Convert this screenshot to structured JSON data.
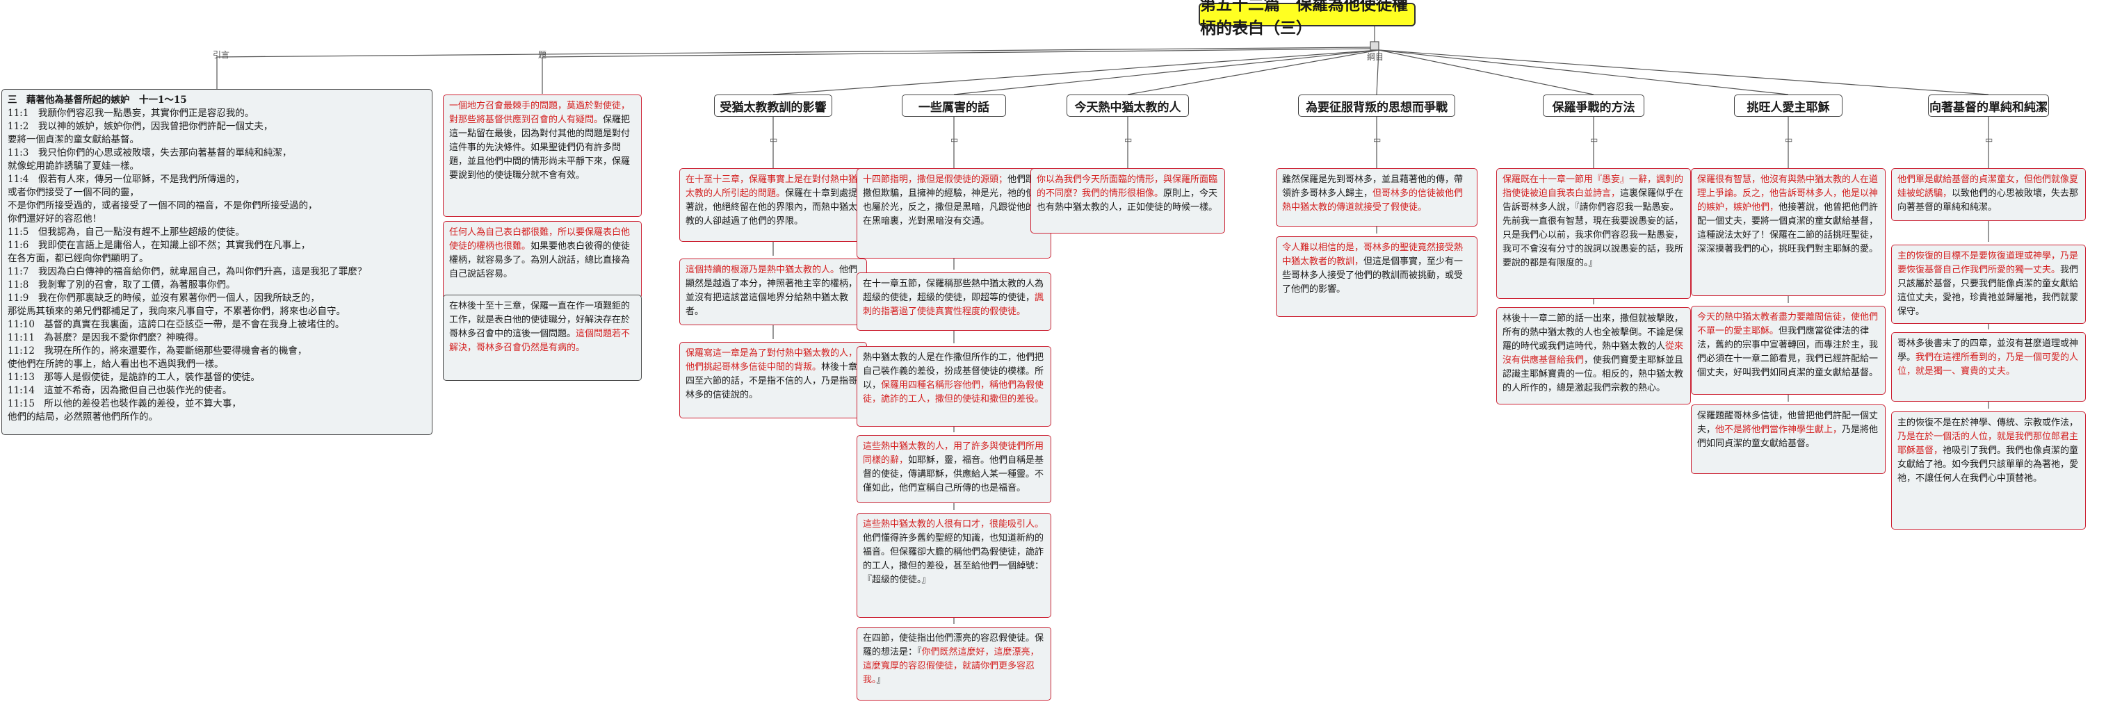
{
  "title": "第五十二篇　保羅為他使徒權柄的表白（三）",
  "edge_labels": {
    "left": "引言",
    "mid": "題",
    "right": "綱目"
  },
  "verses": {
    "heading": "三　藉著他為基督所起的嫉妒　十一1～15",
    "lines": [
      "11:1　我願你們容忍我一點愚妄，其實你們正是容忍我的。",
      "11:2　我以神的嫉妒，嫉妒你們，因我曾把你們許配一個丈夫，",
      "要將一個貞潔的童女獻給基督。",
      "11:3　我只怕你們的心思或被敗壞，失去那向著基督的單純和純潔，",
      "就像蛇用詭詐誘騙了夏娃一樣。",
      "11:4　假若有人來，傳另一位耶穌，不是我們所傳過的，",
      "或者你們接受了一個不同的靈，",
      "不是你們所接受過的，或者接受了一個不同的福音，不是你們所接受過的，",
      "你們還好好的容忍他！",
      "11:5　但我認為，自己一點沒有趕不上那些超級的使徒。",
      "11:6　我即使在言語上是庸俗人，在知識上卻不然；其實我們在凡事上，",
      "在各方面，都已經向你們顯明了。",
      "11:7　我因為白白傳神的福音給你們，就卑屈自己，為叫你們升高，這是我犯了罪麼？",
      "11:8　我剝奪了別的召會，取了工價，為著服事你們。",
      "11:9　我在你們那裏缺乏的時候，並沒有累著你們一個人，因我所缺乏的，",
      "那從馬其頓來的弟兄們都補足了，我向來凡事自守，不累著你們，將來也必自守。",
      "11:10　基督的真實在我裏面，這誇口在亞該亞一帶，是不會在我身上被堵住的。",
      "11:11　為甚麼？是因我不愛你們麼？神曉得。",
      "11:12　我現在所作的，將來還要作，為要斷絕那些要得機會者的機會，",
      "使他們在所誇的事上，給人看出也不過與我們一樣。",
      "11:13　那等人是假使徒，是詭詐的工人，裝作基督的使徒。",
      "11:14　這並不希奇，因為撒但自己也裝作光的使者。",
      "11:15　所以他的差役若也裝作義的差役，並不算大事，",
      "他們的結局，必然照著他們所作的。"
    ]
  },
  "intro_col": {
    "box1": {
      "red": "一個地方召會最棘手的問題，莫過於對使徒，對那些將基督供應到召會的人有疑問。",
      "black": "保羅把這一點留在最後，因為對付其他的問題是對付這件事的先決條件。如果聖徒們仍有許多問題，並且他們中間的情形尚未平靜下來，保羅要說到他的使徒職分就不會有效。"
    },
    "box2": {
      "red": "任何人為自己表白都很難，所以要保羅表白他使徒的權柄也很難。",
      "black": "如果要他表白彼得的使徒權柄，就容易多了。為別人說話，總比直接為自己說話容易。"
    },
    "box3": {
      "black": "在林後十至十三章，保羅一直在作一項艱鉅的工作，就是表白他的使徒職分，好解決存在於哥林多召會中的這後一個問題。",
      "red": "這個問題若不解決，哥林多召會仍然是有病的。"
    }
  },
  "branches": [
    {
      "head": "受猶太教教訓的影響",
      "boxes": [
        {
          "red": "在十至十三章，保羅事實上是在對付熱中猶太教的人所引起的問題。",
          "black": "保羅在十章到處提著說，他絕終留在他的界限內，而熱中猶太教的人卻越過了他們的界限。"
        },
        {
          "red": "這個持續的根源乃是熱中猶太教的人。",
          "black": "他們顯然是越過了本分，神照著祂主宰的權柄，並沒有把這該當這個地界分給熱中猶太教者。"
        },
        {
          "red": "保羅寫這一章是為了對付熱中猶太教的人，他們挑起哥林多信徒中間的背叛。",
          "black": "林後十章四至六節的話，不是指不信的人，乃是指哥林多的信徒說的。"
        }
      ]
    },
    {
      "head": "一些厲害的話",
      "boxes": [
        {
          "red": "十四節指明，撒但是假使徒的源頭；",
          "black": "他們跟著撒但欺騙，且擁神的經驗，神是光，祂的使者也屬於光，反之，撒但是黑暗，凡跟從他的也在黑暗裏，光對黑暗沒有交通。"
        },
        {
          "black": "在十一章五節，保羅稱那些熱中猶太教的人為超級的使徒，超級的使徒，即超等的使徒，",
          "red": "諷刺的指著過了使徒真實性程度的假使徒。"
        },
        {
          "black": "熱中猶太教的人是在作撒但所作的工，他們把自己裝作義的差役，扮成基督使徒的模樣。所以，",
          "red": "保羅用四種名稱形容他們，稱他們為假使徒，詭詐的工人，撒但的使徒和撒但的差役。"
        },
        {
          "red": "這些熱中猶太教的人，用了許多與使徒們所用同樣的辭，",
          "black": "如耶穌，靈，福音。他們自稱是基督的使徒，傳講耶穌，供應給人某一種靈。不僅如此，他們宣稱自己所傳的也是福音。"
        },
        {
          "red": "這些熱中猶太教的人很有口才，很能吸引人。",
          "black": "他們懂得許多舊約聖經的知識，也知道新約的福音。但保羅卻大膽的稱他們為假使徒，詭詐的工人，撒但的差役，甚至給他們一個綽號：『超級的使徒。』"
        },
        {
          "black": "在四節，使徒指出他們漂亮的容忍假使徒。保羅的想法是：『",
          "red": "你們既然這麼好，這麼漂亮，這麼寬厚的容忍假使徒，就請你們更多容忍我。",
          "tail": "』"
        }
      ]
    },
    {
      "head": "今天熱中猶太教的人",
      "boxes": [
        {
          "red": "你以為我們今天所面臨的情形，與保羅所面臨的不同麼？我們的情形很相像。",
          "black": "原則上，今天也有熱中猶太教的人，正如使徒的時候一樣。"
        }
      ]
    },
    {
      "head": "為要征服背叛的思想而爭戰",
      "boxes": [
        {
          "black": "雖然保羅是先到哥林多，並且藉著他的傳，帶領許多哥林多人歸主，",
          "red": "但哥林多的信徒被他們熱中猶太教的傳道就接受了假使徒。"
        },
        {
          "red": "令人難以相信的是，哥林多的聖徒竟然接受熱中猶太教者的教訓，",
          "black": "但這是個事實，至少有一些哥林多人接受了他們的教訓而被挑動，或受了他們的影響。"
        }
      ]
    },
    {
      "head": "保羅爭戰的方法",
      "boxes": [
        {
          "red": "保羅既在十一章一節用『愚妄』一辭，諷刺的指使徒被迫自我表白並詩言，",
          "black": "這裏保羅似乎在告訴哥林多人說，『請你們容忍我一點愚妄。先前我一直很有智慧，現在我要說愚妄的話，只是我們心以前，我求你們容忍我一點愚妄，我可不會沒有分寸的說詞以說愚妄的話，我所要說的都是有限度的。』"
        },
        {
          "black": "林後十一章二節的話一出來，撒但就被擊敗，所有的熱中猶太教的人也全被擊倒。不論是保羅的時代或我們這時代，熱中猶太教的人",
          "red": "從來沒有供應基督給我們",
          "tail": "，使我們寶愛主耶穌並且認識主耶穌寶貴的一位。相反的，熱中猶太教的人所作的，總是激起我們宗教的熱心。"
        }
      ]
    },
    {
      "head": "挑旺人愛主耶穌",
      "boxes": [
        {
          "red": "保羅很有智慧，他沒有與熱中猶太教的人在道理上爭論。反之，他告訴哥林多人，他是以神的嫉妒，嫉妒他們，",
          "black": "他接著說，他曾把他們許配一個丈夫，要將一個貞潔的童女獻給基督，這種說法太好了！保羅在二節的話挑旺聖徒，深深摸著我們的心，挑旺我們對主耶穌的愛。"
        },
        {
          "red": "今天的熱中猶太教者盡力要離間信徒，使他們不單一的愛主耶穌。",
          "black": "但我們應當從律法的律法，舊約的宗事中宣著轉回，而專注於主，我們必須在十一章二節看見，我們已經許配給一個丈夫，好叫我們如同貞潔的童女獻給基督。"
        },
        {
          "black": "保羅題醒哥林多信徒，他曾把他們許配一個丈夫，",
          "red": "他不是將他們當作神學生獻上，",
          "tail": "乃是將他們如同貞潔的童女獻給基督。"
        }
      ]
    },
    {
      "head": "向著基督的單純和純潔",
      "boxes": [
        {
          "red": "他們單是獻給基督的貞潔童女，但他們就像夏娃被蛇誘騙，",
          "black": "以致他們的心思被敗壞，失去那向著基督的單純和純潔。"
        },
        {
          "red": "主的恢復的目標不是要恢復道理或神學，乃是要恢復基督自己作我們所愛的獨一丈夫。",
          "black": "我們只該屬於基督，只要我們能像貞潔的童女獻給這位丈夫，愛祂，珍貴祂並歸屬祂，我們就蒙保守。"
        },
        {
          "black": "哥林多後書末了的四章，並沒有甚麼道理或神學。",
          "red": "我們在這裡所看到的，乃是一個可愛的人位，就是獨一、寶貴的丈夫。"
        },
        {
          "black": "主的恢復不是在於神學、傳統、宗教或作法，",
          "red": "乃是在於一個活的人位，就是我們那位郎君主耶穌基督，",
          "black2": "祂吸引了我們。我們也像貞潔的童女獻給了祂。如今我們只該單單的為著祂，愛祂，不讓任何人在我們心中頂替祂。"
        }
      ]
    }
  ]
}
